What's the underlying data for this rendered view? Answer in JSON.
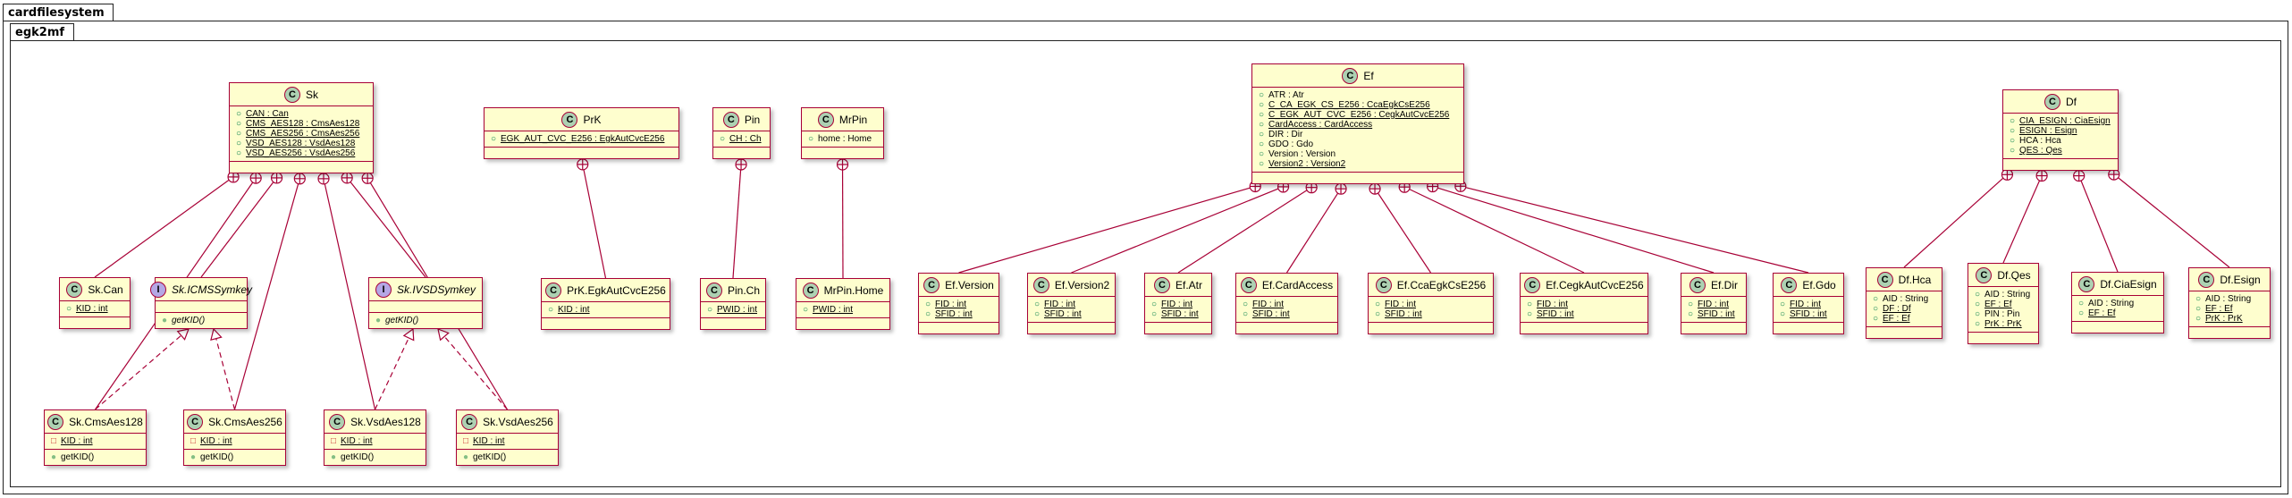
{
  "packages": {
    "outer": "cardfilesystem",
    "inner": "egk2mf"
  },
  "colors": {
    "class_fill": "#FEFECE",
    "class_border": "#A80036",
    "class_badge": "#ADD1B2",
    "interface_badge": "#B4A7E5",
    "link": "#A80036"
  },
  "classes": {
    "sk": {
      "badge": "C",
      "name": "Sk",
      "fields": [
        "CAN : Can",
        "CMS_AES128 : CmsAes128",
        "CMS_AES256 : CmsAes256",
        "VSD_AES128 : VsdAes128",
        "VSD_AES256 : VsdAes256"
      ]
    },
    "prk": {
      "badge": "C",
      "name": "PrK",
      "fields": [
        "EGK_AUT_CVC_E256 : EgkAutCvcE256"
      ]
    },
    "pin": {
      "badge": "C",
      "name": "Pin",
      "fields": [
        "CH : Ch"
      ]
    },
    "mrpin": {
      "badge": "C",
      "name": "MrPin",
      "fields": [
        "home : Home"
      ]
    },
    "ef": {
      "badge": "C",
      "name": "Ef",
      "fields": [
        "ATR : Atr",
        "C_CA_EGK_CS_E256 : CcaEgkCsE256",
        "C_EGK_AUT_CVC_E256 : CegkAutCvcE256",
        "CardAccess : CardAccess",
        "DIR : Dir",
        "GDO : Gdo",
        "Version : Version",
        "Version2 : Version2"
      ]
    },
    "df": {
      "badge": "C",
      "name": "Df",
      "fields": [
        "CIA_ESIGN : CiaEsign",
        "ESIGN : Esign",
        "HCA : Hca",
        "QES : Qes"
      ]
    },
    "skcan": {
      "badge": "C",
      "name": "Sk.Can",
      "fields": [
        "KID : int"
      ]
    },
    "icms": {
      "badge": "I",
      "name": "Sk.ICMSSymkey",
      "methods": [
        "getKID()"
      ]
    },
    "ivsd": {
      "badge": "I",
      "name": "Sk.IVSDSymkey",
      "methods": [
        "getKID()"
      ]
    },
    "prkegk": {
      "badge": "C",
      "name": "PrK.EgkAutCvcE256",
      "fields": [
        "KID : int"
      ]
    },
    "pinch": {
      "badge": "C",
      "name": "Pin.Ch",
      "fields": [
        "PWID : int"
      ]
    },
    "mrpinhome": {
      "badge": "C",
      "name": "MrPin.Home",
      "fields": [
        "PWID : int"
      ]
    },
    "efversion": {
      "badge": "C",
      "name": "Ef.Version",
      "fields": [
        "FID : int",
        "SFID : int"
      ]
    },
    "efversion2": {
      "badge": "C",
      "name": "Ef.Version2",
      "fields": [
        "FID : int",
        "SFID : int"
      ]
    },
    "efatr": {
      "badge": "C",
      "name": "Ef.Atr",
      "fields": [
        "FID : int",
        "SFID : int"
      ]
    },
    "efcardaccess": {
      "badge": "C",
      "name": "Ef.CardAccess",
      "fields": [
        "FID : int",
        "SFID : int"
      ]
    },
    "efcca": {
      "badge": "C",
      "name": "Ef.CcaEgkCsE256",
      "fields": [
        "FID : int",
        "SFID : int"
      ]
    },
    "efcegk": {
      "badge": "C",
      "name": "Ef.CegkAutCvcE256",
      "fields": [
        "FID : int",
        "SFID : int"
      ]
    },
    "efdir": {
      "badge": "C",
      "name": "Ef.Dir",
      "fields": [
        "FID : int",
        "SFID : int"
      ]
    },
    "efgdo": {
      "badge": "C",
      "name": "Ef.Gdo",
      "fields": [
        "FID : int",
        "SFID : int"
      ]
    },
    "dfhca": {
      "badge": "C",
      "name": "Df.Hca",
      "fields": [
        "AID : String",
        "DF : Df",
        "EF : Ef"
      ]
    },
    "dfqes": {
      "badge": "C",
      "name": "Df.Qes",
      "fields": [
        "AID : String",
        "EF : Ef",
        "PIN : Pin",
        "PrK : PrK"
      ]
    },
    "dfcia": {
      "badge": "C",
      "name": "Df.CiaEsign",
      "fields": [
        "AID : String",
        "EF : Ef"
      ]
    },
    "dfesign": {
      "badge": "C",
      "name": "Df.Esign",
      "fields": [
        "AID : String",
        "EF : Ef",
        "PrK : PrK"
      ]
    },
    "cms128": {
      "badge": "C",
      "name": "Sk.CmsAes128",
      "fields": [
        "KID : int"
      ],
      "methods": [
        "getKID()"
      ]
    },
    "cms256": {
      "badge": "C",
      "name": "Sk.CmsAes256",
      "fields": [
        "KID : int"
      ],
      "methods": [
        "getKID()"
      ]
    },
    "vsd128": {
      "badge": "C",
      "name": "Sk.VsdAes128",
      "fields": [
        "KID : int"
      ],
      "methods": [
        "getKID()"
      ]
    },
    "vsd256": {
      "badge": "C",
      "name": "Sk.VsdAes256",
      "fields": [
        "KID : int"
      ],
      "methods": [
        "getKID()"
      ]
    }
  },
  "relations": {
    "nesting": [
      [
        "sk",
        "skcan"
      ],
      [
        "sk",
        "icms"
      ],
      [
        "sk",
        "ivsd"
      ],
      [
        "sk",
        "cms128"
      ],
      [
        "sk",
        "cms256"
      ],
      [
        "sk",
        "vsd128"
      ],
      [
        "sk",
        "vsd256"
      ],
      [
        "prk",
        "prkegk"
      ],
      [
        "pin",
        "pinch"
      ],
      [
        "mrpin",
        "mrpinhome"
      ],
      [
        "ef",
        "efversion"
      ],
      [
        "ef",
        "efversion2"
      ],
      [
        "ef",
        "efatr"
      ],
      [
        "ef",
        "efcardaccess"
      ],
      [
        "ef",
        "efcca"
      ],
      [
        "ef",
        "efcegk"
      ],
      [
        "ef",
        "efdir"
      ],
      [
        "ef",
        "efgdo"
      ],
      [
        "df",
        "dfhca"
      ],
      [
        "df",
        "dfqes"
      ],
      [
        "df",
        "dfcia"
      ],
      [
        "df",
        "dfesign"
      ]
    ],
    "realization": [
      [
        "cms128",
        "icms"
      ],
      [
        "cms256",
        "icms"
      ],
      [
        "vsd128",
        "ivsd"
      ],
      [
        "vsd256",
        "ivsd"
      ]
    ]
  }
}
